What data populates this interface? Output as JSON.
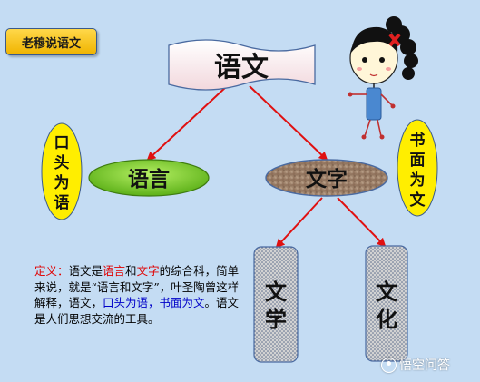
{
  "badge": "老穆说语文",
  "nodes": {
    "title": "语文",
    "left": "语言",
    "right": "文字",
    "oral_chars": [
      "口",
      "头",
      "为",
      "语"
    ],
    "written_chars": [
      "书",
      "面",
      "为",
      "文"
    ],
    "lit_chars": [
      "文",
      "学"
    ],
    "cul_chars": [
      "文",
      "化"
    ]
  },
  "definition": {
    "label": "定义：",
    "t1": "语文是",
    "term1": "语言",
    "t2": "和",
    "term2": "文字",
    "t3": "的综合科，简单来说，就是“语言和文字”，叶圣陶曾这样解释，语文，",
    "quote": "口头为语，书面为文",
    "t4": "。语文是人们思想交流的工具。"
  },
  "watermark": "悟空问答",
  "colors": {
    "background": "#c4dcf3",
    "arrow": "#e01010",
    "left_ellipse": "#7ed321",
    "vertical_ovals": "#ffee00",
    "definition_red": "#e00000",
    "definition_blue": "#0000c8"
  }
}
